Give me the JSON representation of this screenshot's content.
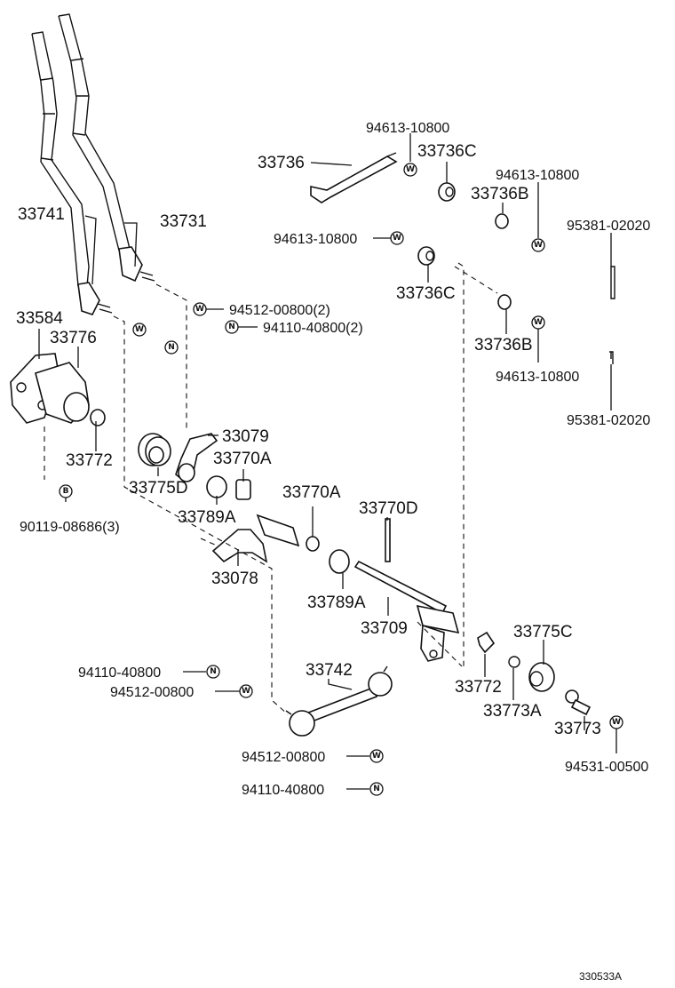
{
  "figure_code": "330533A",
  "labels": {
    "p33741": "33741",
    "p33731": "33731",
    "p33584": "33584",
    "p33776": "33776",
    "p33772a": "33772",
    "p90119": "90119-08686(3)",
    "p33775d": "33775D",
    "p33789a_1": "33789A",
    "p33079": "33079",
    "p33770a_1": "33770A",
    "p33078": "33078",
    "p33770a_2": "33770A",
    "p33770d": "33770D",
    "p33789a_2": "33789A",
    "p33709": "33709",
    "p94512_2": "94512-00800(2)",
    "p94110_2": "94110-40800(2)",
    "p33736": "33736",
    "p94613_top": "94613-10800",
    "p33736c_top": "33736C",
    "p94613_r1": "94613-10800",
    "p33736b_top": "33736B",
    "p94613_mid": "94613-10800",
    "p33736c_mid": "33736C",
    "p33736b_mid": "33736B",
    "p94613_r2": "94613-10800",
    "p95381_top": "95381-02020",
    "p95381_bot": "95381-02020",
    "p33775c": "33775C",
    "p33772b": "33772",
    "p33773a": "33773A",
    "p33773": "33773",
    "p94531": "94531-00500",
    "p33742": "33742",
    "p94110_left": "94110-40800",
    "p94512_left": "94512-00800",
    "p94512_bot": "94512-00800",
    "p94110_bot": "94110-40800"
  },
  "symbols": {
    "washer": "W",
    "nut": "N",
    "bolt": "B"
  }
}
